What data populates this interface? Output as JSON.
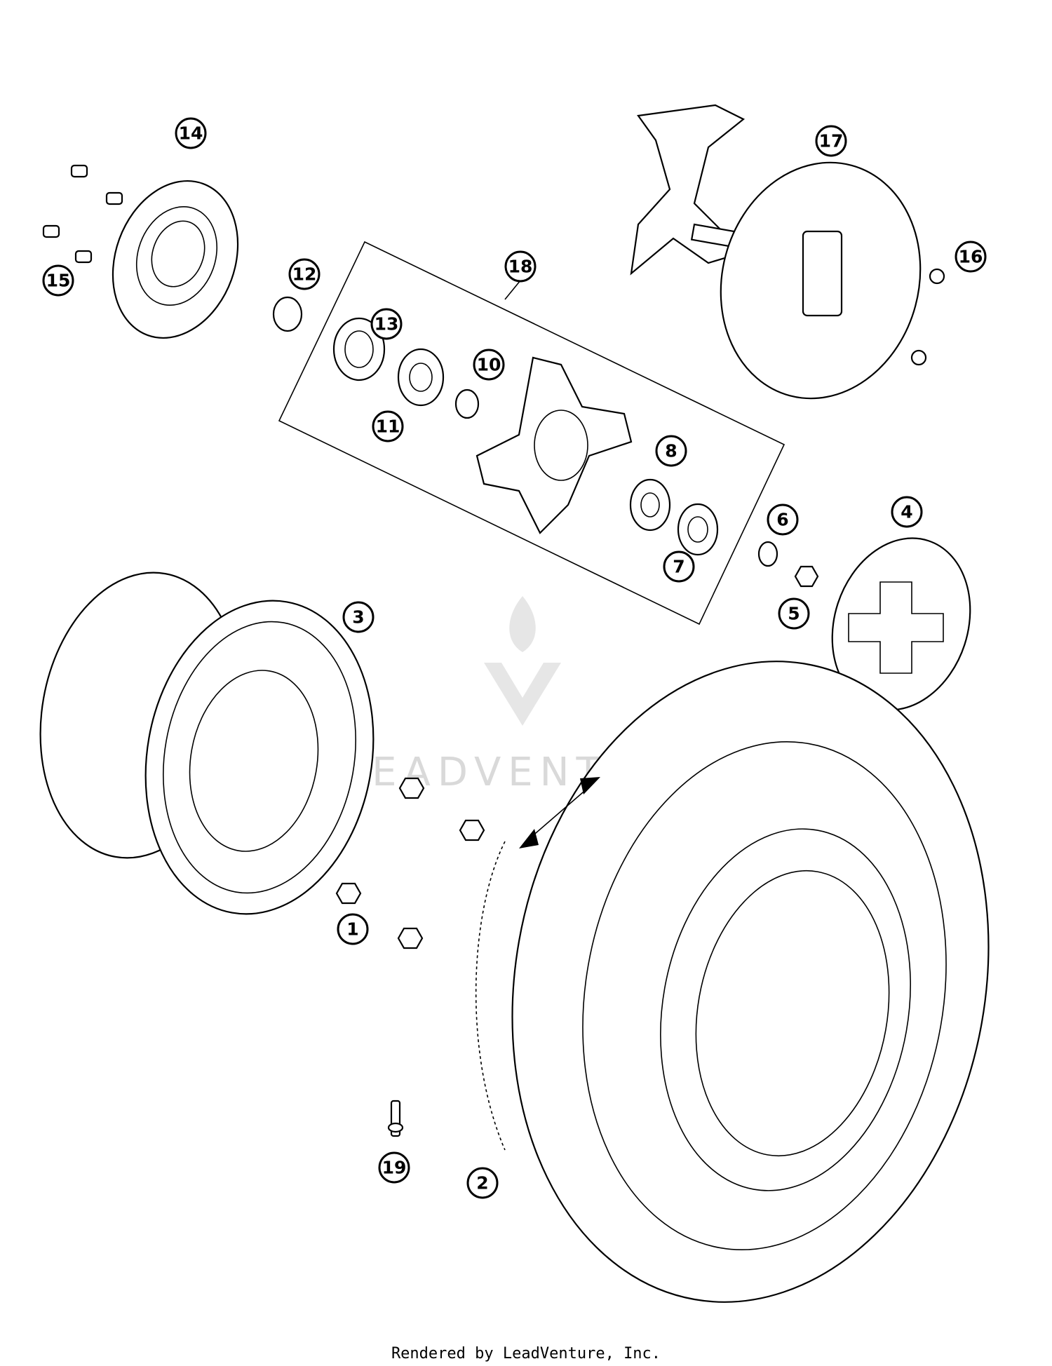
{
  "callouts": [
    "1",
    "2",
    "3",
    "4",
    "5",
    "6",
    "7",
    "8",
    "10",
    "11",
    "12",
    "13",
    "14",
    "15",
    "16",
    "17",
    "18",
    "19"
  ],
  "watermark": {
    "brand": "LEADVENTURE"
  },
  "footer": {
    "credit": "Rendered by LeadVenture, Inc."
  },
  "colors": {
    "line": "#000000",
    "background": "#ffffff",
    "watermark": "#d9d9d9"
  }
}
